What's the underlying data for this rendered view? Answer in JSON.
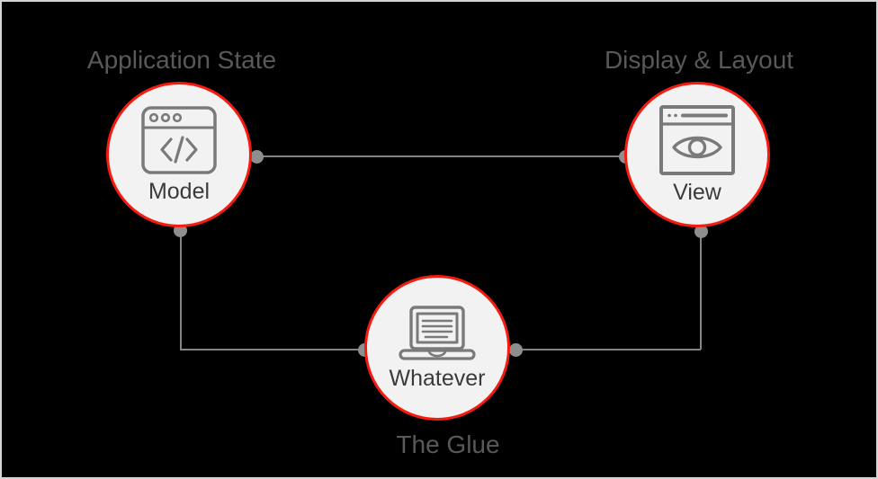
{
  "colors": {
    "page_background": "#000000",
    "frame_border": "#d5d5d5",
    "circle_fill": "#f2f2f2",
    "circle_border": "#f41c11",
    "connector": "#848484",
    "dot": "#8e8e8e",
    "label": "#595959",
    "title": "#3b3b3b",
    "icon_stroke": "#7a7a7a"
  },
  "nodes": [
    {
      "id": "model",
      "label": "Application State",
      "title": "Model",
      "icon": "code-window-icon"
    },
    {
      "id": "view",
      "label": "Display & Layout",
      "title": "View",
      "icon": "eye-window-icon"
    },
    {
      "id": "whatever",
      "label": "The Glue",
      "title": "Whatever",
      "icon": "laptop-icon"
    }
  ],
  "connections": [
    {
      "from": "Model",
      "to": "View",
      "type": "straight"
    },
    {
      "from": "Model",
      "to": "Whatever",
      "type": "elbow"
    },
    {
      "from": "View",
      "to": "Whatever",
      "type": "elbow"
    }
  ]
}
